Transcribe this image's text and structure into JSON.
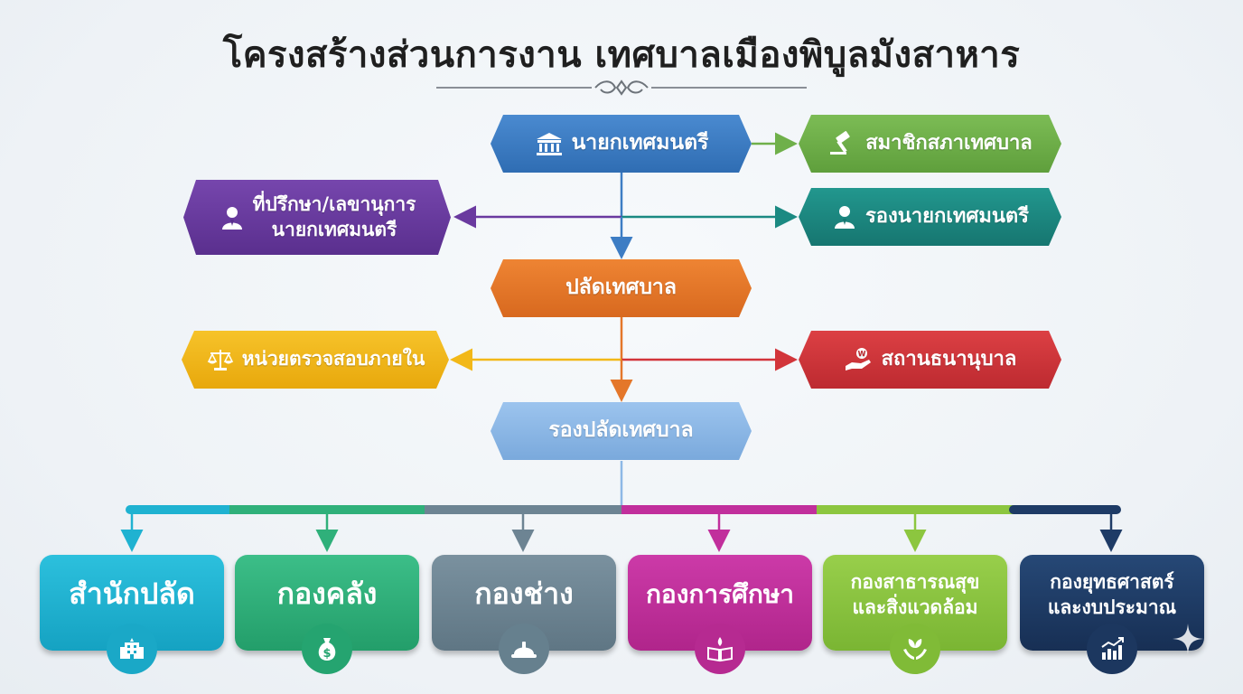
{
  "title": "โครงสร้างส่วนการงาน เทศบาลเมืองพิบูลมังสาหาร",
  "nodes": {
    "mayor": "นายกเทศมนตรี",
    "council": "สมาชิกสภาเทศบาล",
    "advisor_line1": "ที่ปรึกษา/เลขานุการ",
    "advisor_line2": "นายกเทศมนตรี",
    "deputy_mayor": "รองนายกเทศมนตรี",
    "clerk": "ปลัดเทศบาล",
    "audit": "หน่วยตรวจสอบภายใน",
    "pawnshop": "สถานธนานุบาล",
    "deputy_clerk": "รองปลัดเทศบาล"
  },
  "departments": [
    {
      "line1": "สำนักปลัด",
      "line2": "",
      "icon": "building-icon",
      "color": "#1fb2d1"
    },
    {
      "line1": "กองคลัง",
      "line2": "",
      "icon": "money-bag-icon",
      "color": "#2fb07a"
    },
    {
      "line1": "กองช่าง",
      "line2": "",
      "icon": "hard-hat-icon",
      "color": "#6d8493"
    },
    {
      "line1": "กองการศึกษา",
      "line2": "",
      "icon": "book-flame-icon",
      "color": "#c12f9c"
    },
    {
      "line1": "กองสาธารณสุข",
      "line2": "และสิ่งแวดล้อม",
      "icon": "sprout-hands-icon",
      "color": "#8cc63f"
    },
    {
      "line1": "กองยุทธศาสตร์",
      "line2": "และงบประมาณ",
      "icon": "chart-up-icon",
      "color": "#1e3b66"
    }
  ],
  "colors": {
    "mayor": "#3d7dc4",
    "council": "#6fb04a",
    "advisor": "#6a3a9f",
    "deputy_mayor": "#1b8a82",
    "clerk": "#e4772a",
    "audit": "#f2b818",
    "pawnshop": "#d2353a",
    "deputy_clerk": "#8db8e6"
  }
}
